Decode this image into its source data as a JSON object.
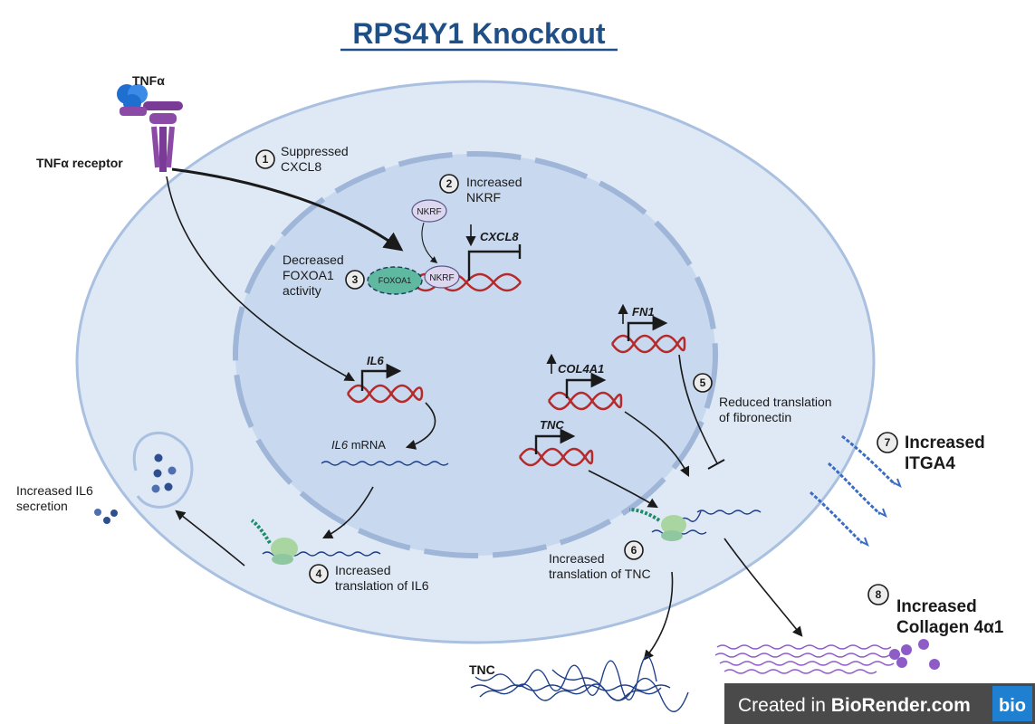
{
  "title": "RPS4Y1 Knockout",
  "labels": {
    "tnfa": "TNFα",
    "tnfa_receptor": "TNFα receptor",
    "il6_secretion": "Increased IL6\nsecretion",
    "il6_mrna_gene": "IL6",
    "il6_mrna_suffix": " mRNA",
    "tnc_out": "TNC"
  },
  "genes": {
    "cxcl8": "CXCL8",
    "il6": "IL6",
    "fn1": "FN1",
    "col4a1": "COL4A1",
    "tnc": "TNC"
  },
  "proteins": {
    "nkrf_free": "NKRF",
    "nkrf_bound": "NKRF",
    "foxoa1": "FOXOA1"
  },
  "steps": [
    {
      "num": "1",
      "text": "Suppressed\nCXCL8"
    },
    {
      "num": "2",
      "text": "Increased\nNKRF"
    },
    {
      "num": "3",
      "text": "Decreased\nFOXOA1\nactivity"
    },
    {
      "num": "4",
      "text": "Increased\ntranslation of IL6"
    },
    {
      "num": "5",
      "text": "Reduced translation\nof fibronectin"
    },
    {
      "num": "6",
      "text": "Increased\ntranslation of TNC"
    },
    {
      "num": "7",
      "text": "Increased\nITGA4"
    },
    {
      "num": "8",
      "text": "Increased\nCollagen 4α1"
    }
  ],
  "watermark": {
    "text_prefix": "Created in ",
    "brand": "BioRender.com",
    "logo": "bio"
  },
  "colors": {
    "cell": "#dfe8f5",
    "nucleus": "#c8d8ee",
    "membrane": "#a9c0e0",
    "dna": "#b52a2a",
    "title": "#1e4f86",
    "ribosome": "#a8d5a0",
    "collagen": "#8e5cc7"
  }
}
